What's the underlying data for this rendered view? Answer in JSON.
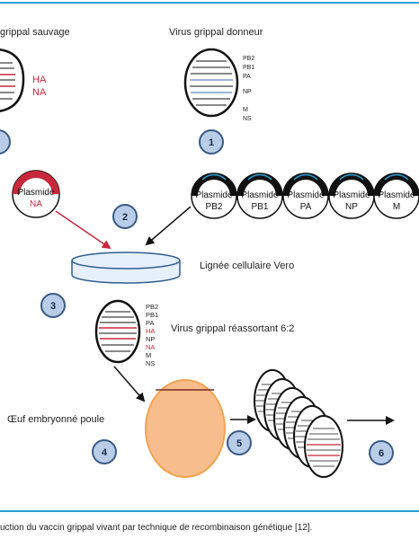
{
  "colors": {
    "frame": "#2a9fd6",
    "red": "#c8283c",
    "step_fill": "#b9cde8",
    "step_stroke": "#3a5a86",
    "egg_fill": "#f8bd8c",
    "egg_stroke": "#f0a451",
    "dish_fill": "#e6f0fb",
    "dish_stroke": "#2f5d91"
  },
  "labels": {
    "wild_virus": "grippal sauvage",
    "donor_virus": "Virus grippal donneur",
    "cell_line": "Lignée cellulaire Vero",
    "reassortant": "Virus grippal réassortant 6:2",
    "egg": "Œuf embryonné poule",
    "caption": "uction du vaccin grippal vivant par technique de recombinaison génétique [12]."
  },
  "wild_segments": [
    "HA",
    "NA"
  ],
  "donor_segments": [
    "PB2",
    "PB1",
    "PA",
    "NP",
    "M",
    "NS"
  ],
  "reassortant_segments": [
    {
      "label": "PB2",
      "highlight": false
    },
    {
      "label": "PB1",
      "highlight": false
    },
    {
      "label": "PA",
      "highlight": false
    },
    {
      "label": "HA",
      "highlight": true
    },
    {
      "label": "NP",
      "highlight": false
    },
    {
      "label": "NA",
      "highlight": true
    },
    {
      "label": "M",
      "highlight": false
    },
    {
      "label": "NS",
      "highlight": false
    }
  ],
  "plasmid_na": {
    "title": "Plasmide",
    "segment": "NA"
  },
  "plasmids": [
    {
      "title": "Plasmide",
      "segment": "PB2"
    },
    {
      "title": "Plasmide",
      "segment": "PB1"
    },
    {
      "title": "Plasmide",
      "segment": "PA"
    },
    {
      "title": "Plasmide",
      "segment": "NP"
    },
    {
      "title": "Plasmide",
      "segment": "M"
    }
  ],
  "steps": [
    "1",
    "2",
    "3",
    "4",
    "5",
    "6"
  ]
}
